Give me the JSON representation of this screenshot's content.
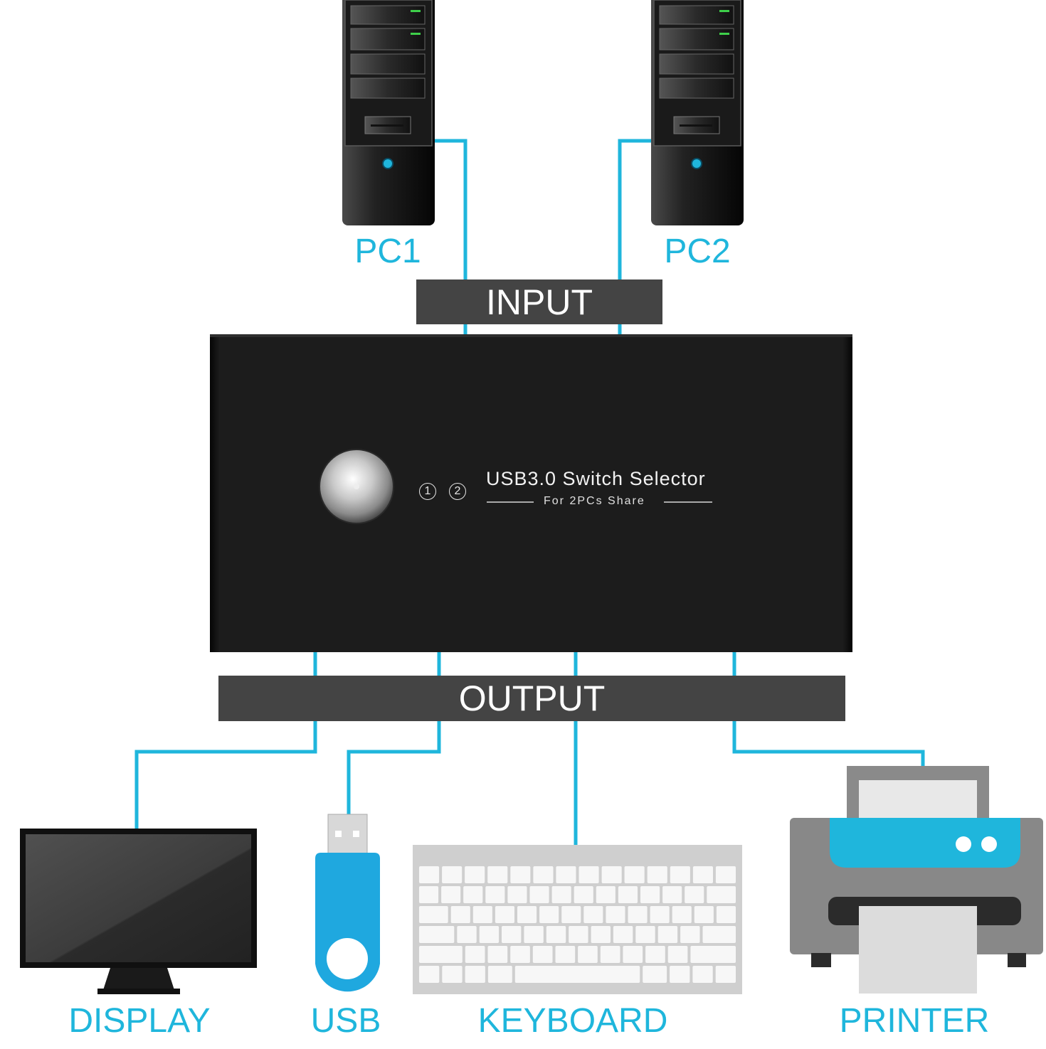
{
  "colors": {
    "cable": "#1fb6dc",
    "label": "#1fb6dc",
    "bar": "#444444",
    "switch_body": "#1b1b1b",
    "accent_blue": "#1fb6dc"
  },
  "input": {
    "label": "INPUT"
  },
  "output": {
    "label": "OUTPUT"
  },
  "pcs": [
    {
      "label": "PC1"
    },
    {
      "label": "PC2"
    }
  ],
  "switch": {
    "title": "USB3.0 Switch Selector",
    "subtitle": "For 2PCs Share",
    "ports": [
      "1",
      "2"
    ]
  },
  "devices": [
    {
      "label": "DISPLAY",
      "icon": "monitor-icon"
    },
    {
      "label": "USB",
      "icon": "usb-drive-icon"
    },
    {
      "label": "KEYBOARD",
      "icon": "keyboard-icon"
    },
    {
      "label": "PRINTER",
      "icon": "printer-icon"
    }
  ]
}
